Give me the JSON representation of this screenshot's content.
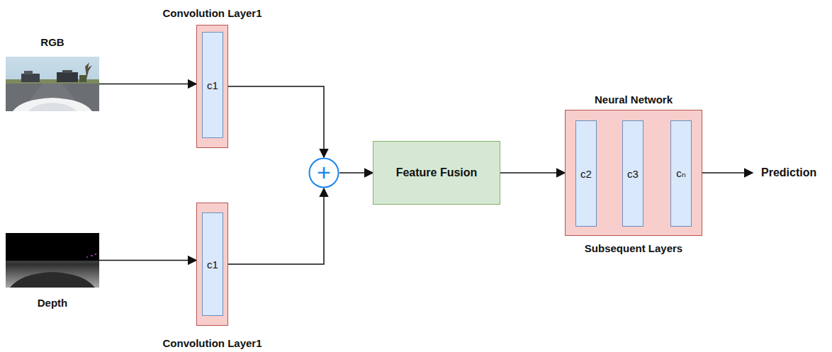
{
  "diagram": {
    "nodes": [
      {
        "text": [
          "RGB"
        ]
      },
      {
        "text": [
          "Convolution Layer1"
        ]
      },
      {
        "text": [
          "c1"
        ],
        "in": 1
      },
      {
        "text": [
          "Depth"
        ]
      },
      {
        "text": [
          "Convolution Layer1"
        ]
      },
      {
        "text": [
          "c1"
        ],
        "in": 4
      },
      {
        "text": [
          "+"
        ]
      },
      {
        "text": [
          "Feature Fusion"
        ]
      },
      {
        "text": [
          "Neural Network",
          "Subsequent Layers"
        ]
      },
      {
        "text": [
          "c2"
        ],
        "in": 8
      },
      {
        "text": [
          "c3"
        ],
        "in": 8
      },
      {
        "text": [
          "cₙ"
        ],
        "in": 8
      }
    ],
    "edges": [
      {
        "from": 0,
        "to": 1,
        "arrow": "to"
      },
      {
        "from": 3,
        "to": 4,
        "arrow": "to"
      },
      {
        "from": 1,
        "to": 6,
        "arrow": "to"
      },
      {
        "from": 4,
        "to": 6,
        "arrow": "to"
      },
      {
        "from": 6,
        "to": 7,
        "arrow": "to"
      },
      {
        "from": 7,
        "to": 8,
        "arrow": "to"
      },
      {
        "from": 9,
        "to": 10,
        "arrow": "to"
      },
      {
        "from": 10,
        "to": 11,
        "arrow": "to"
      }
    ],
    "labels": [
      "Prediction"
    ]
  }
}
